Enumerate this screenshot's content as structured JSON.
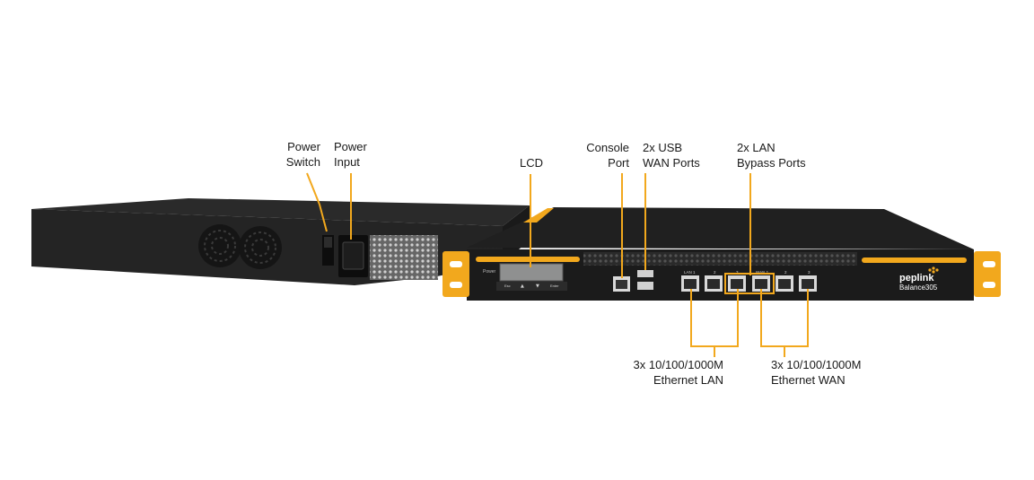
{
  "callouts": {
    "power_switch": [
      "Power",
      "Switch"
    ],
    "power_input": [
      "Power",
      "Input"
    ],
    "lcd": [
      "LCD"
    ],
    "console_port": [
      "Console",
      "Port"
    ],
    "usb_wan": [
      "2x USB",
      "WAN Ports"
    ],
    "lan_bypass": [
      "2x LAN",
      "Bypass Ports"
    ],
    "ethernet_lan": [
      "3x 10/100/1000M",
      "Ethernet LAN"
    ],
    "ethernet_wan": [
      "3x 10/100/1000M",
      "Ethernet WAN"
    ]
  },
  "panel_text": {
    "power": "Power",
    "btn_esc": "Esc",
    "btn_up": "▲",
    "btn_down": "▼",
    "btn_enter": "Enter",
    "lan1": "LAN 1",
    "lan2": "2",
    "lan3": "3",
    "wan1": "WAN 1",
    "wan2": "2",
    "wan3": "3",
    "brand": "peplink",
    "model": "Balance305"
  },
  "colors": {
    "accent": "#f2a81d",
    "chassis": "#1e1e1e",
    "text": "#1a1a1a"
  }
}
